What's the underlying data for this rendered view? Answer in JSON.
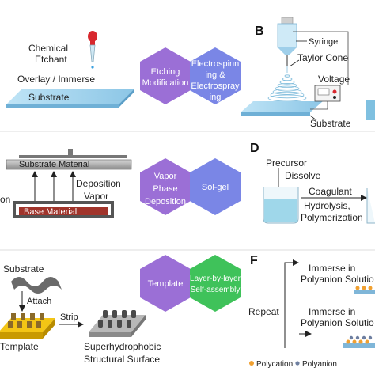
{
  "panel_labels": {
    "b": "B",
    "d": "D",
    "f": "F"
  },
  "panel_a": {
    "chemical": "Chemical",
    "etchant": "Etchant",
    "overlay": "Overlay / Immerse",
    "substrate": "Substrate"
  },
  "panel_b": {
    "syringe": "Syringe",
    "taylor_cone": "Taylor Cone",
    "voltage": "Voltage",
    "substrate": "Substrate"
  },
  "panel_c": {
    "substrate_material": "Substrate Material",
    "deposition": "Deposition",
    "vapor": "Vapor",
    "base_material": "Base Material",
    "cut_label": "on"
  },
  "panel_d": {
    "precursor": "Precursor",
    "dissolve": "Dissolve",
    "coagulant": "Coagulant",
    "hydrolysis": "Hydrolysis,",
    "polymerization": "Polymerization"
  },
  "panel_e": {
    "substrate": "Substrate",
    "attach": "Attach",
    "strip": "Strip",
    "template": "Template",
    "result_line1": "Superhydrophobic",
    "result_line2": "Structural Surface"
  },
  "panel_f": {
    "immerse1_line1": "Immerse in",
    "immerse1_line2": "Polyanion Solutio",
    "immerse2_line1": "Immerse in",
    "immerse2_line2": "Polyanion Solutio",
    "repeat": "Repeat",
    "legend_polycation": "Polycation",
    "legend_polyanion": "Polyanion"
  },
  "hexagons": {
    "etching": [
      "Etching",
      "Modification"
    ],
    "electro": [
      "Electrospinn",
      "ing &",
      "Electrospray",
      "ing"
    ],
    "vapor": [
      "Vapor",
      "Phase",
      "Deposition"
    ],
    "solgel": [
      "Sol-gel"
    ],
    "template": [
      "Template"
    ],
    "lbl": [
      "Layer-by-layer",
      "Self-assembly"
    ]
  },
  "colors": {
    "hex_purple": "#9b6fd6",
    "hex_blue": "#7a86e6",
    "hex_green": "#3fc25a",
    "substrate_blue": "#a9d8f0",
    "base_red": "#a0342b",
    "template_yellow": "#f3c515",
    "polycation": "#f0a030",
    "polyanion": "#6e7fa0"
  }
}
